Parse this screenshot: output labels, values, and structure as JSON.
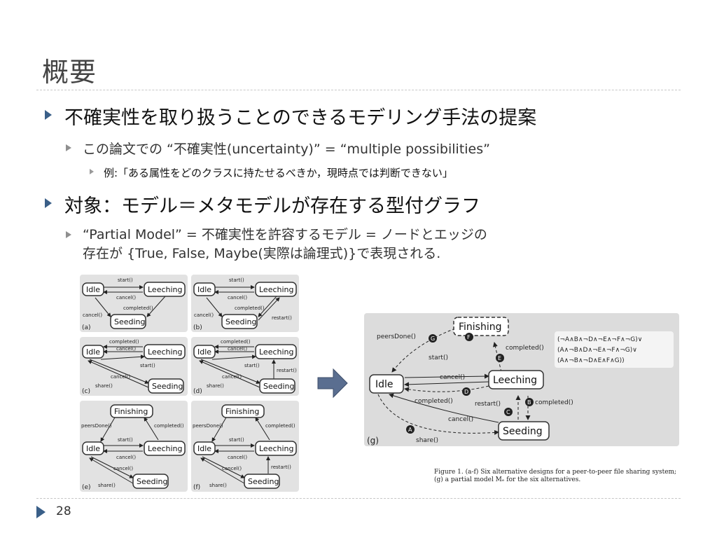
{
  "slide": {
    "title": "概要",
    "page_number": "28"
  },
  "bullets": {
    "b1": "不確実性を取り扱うことのできるモデリング手法の提案",
    "b1_1": "この論文での “不確実性(uncertainty)” = “multiple possibilities”",
    "b1_1_1": "例:「ある属性をどのクラスに持たせるべきか，現時点では判断できない」",
    "b2": "対象：モデル＝メタモデルが存在する型付グラフ",
    "b2_1_line1": "“Partial Model” = 不確実性を許容するモデル = ノードとエッジの",
    "b2_1_line2": "存在が {True, False, Maybe(実際は論理式)}で表現される."
  },
  "figure": {
    "nodes": {
      "idle": "Idle",
      "leeching": "Leeching",
      "seeding": "Seeding",
      "finishing": "Finishing"
    },
    "edges": {
      "start": "start()",
      "cancel": "cancel()",
      "completed": "completed()",
      "restart": "restart()",
      "share": "share()",
      "peers_done": "peersDone()"
    },
    "panel_tags": [
      "(a)",
      "(b)",
      "(c)",
      "(d)",
      "(e)",
      "(f)",
      "(g)"
    ],
    "badges": [
      "A",
      "B",
      "C",
      "D",
      "E",
      "F",
      "G"
    ],
    "formula": [
      "(¬A∧B∧¬D∧¬E∧¬F∧¬G)∨",
      "(A∧¬B∧D∧¬E∧¬F∧¬G)∨",
      "(A∧¬B∧¬D∧E∧F∧G))"
    ],
    "caption_line1": "Figure 1.   (a-f) Six alternative designs for a peer-to-peer file sharing system;",
    "caption_line2": "(g) a partial model Mₑ for the six alternatives."
  },
  "colors": {
    "accent": "#3a5f88",
    "panel_bg": "#e2e2e2"
  }
}
